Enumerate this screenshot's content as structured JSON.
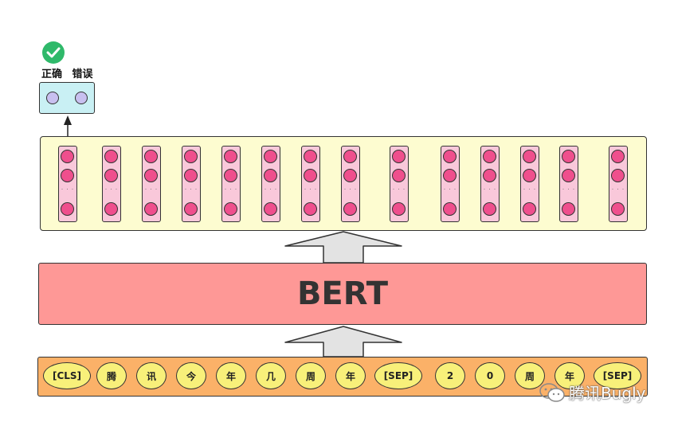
{
  "output": {
    "labels": [
      "正确",
      "错误"
    ]
  },
  "model": {
    "name": "BERT"
  },
  "vectors": {
    "ellipsis": "· · ·"
  },
  "tokens": [
    "[CLS]",
    "腾",
    "讯",
    "今",
    "年",
    "几",
    "周",
    "年",
    "[SEP]",
    "2",
    "0",
    "周",
    "年",
    "[SEP]"
  ],
  "watermark": {
    "text": "腾讯Bugly"
  },
  "colors": {
    "check": "#2fb96a",
    "output_box": "#c9f0f4",
    "vector_panel": "#fdfcd0",
    "vector": "#f9c8da",
    "vector_cell": "#ef4f8d",
    "bert": "#fe9896",
    "token_panel": "#fbb168",
    "token": "#f8f07a"
  }
}
